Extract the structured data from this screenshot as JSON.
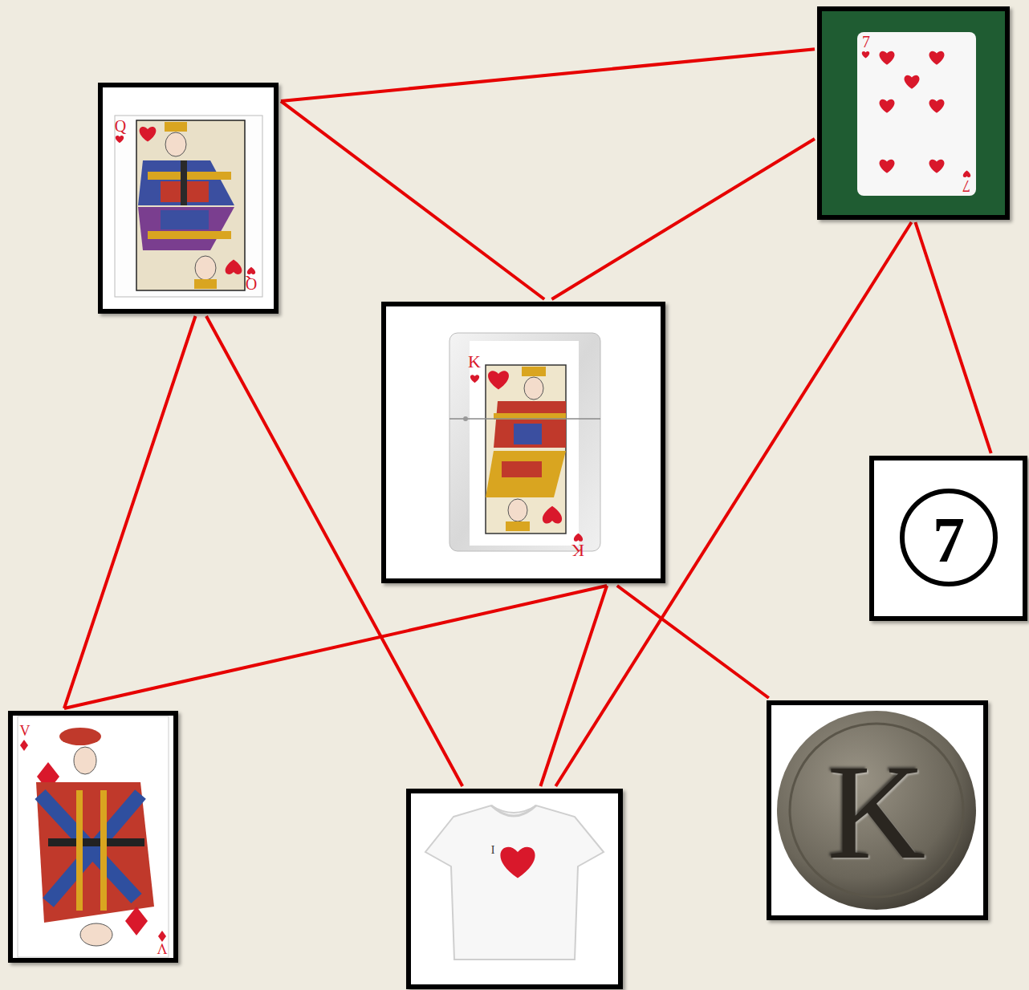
{
  "diagram": {
    "nodes": [
      {
        "text": [
          "Q",
          "Q"
        ]
      },
      {
        "text": [
          "7",
          "7"
        ]
      },
      {
        "text": [
          "K",
          "K"
        ]
      },
      {
        "text": [
          "7"
        ]
      },
      {
        "text": [
          "V",
          "V"
        ]
      },
      {
        "text": [
          "I"
        ]
      },
      {
        "text": [
          "K"
        ]
      }
    ],
    "edges": [
      {
        "from": 0,
        "to": 1,
        "arrow": "none"
      },
      {
        "from": 0,
        "to": 2,
        "arrow": "none"
      },
      {
        "from": 1,
        "to": 2,
        "arrow": "none"
      },
      {
        "from": 0,
        "to": 4,
        "arrow": "none"
      },
      {
        "from": 0,
        "to": 5,
        "arrow": "none"
      },
      {
        "from": 2,
        "to": 4,
        "arrow": "none"
      },
      {
        "from": 2,
        "to": 5,
        "arrow": "none"
      },
      {
        "from": 1,
        "to": 5,
        "arrow": "none"
      },
      {
        "from": 1,
        "to": 3,
        "arrow": "none"
      },
      {
        "from": 2,
        "to": 6,
        "arrow": "none"
      }
    ]
  }
}
